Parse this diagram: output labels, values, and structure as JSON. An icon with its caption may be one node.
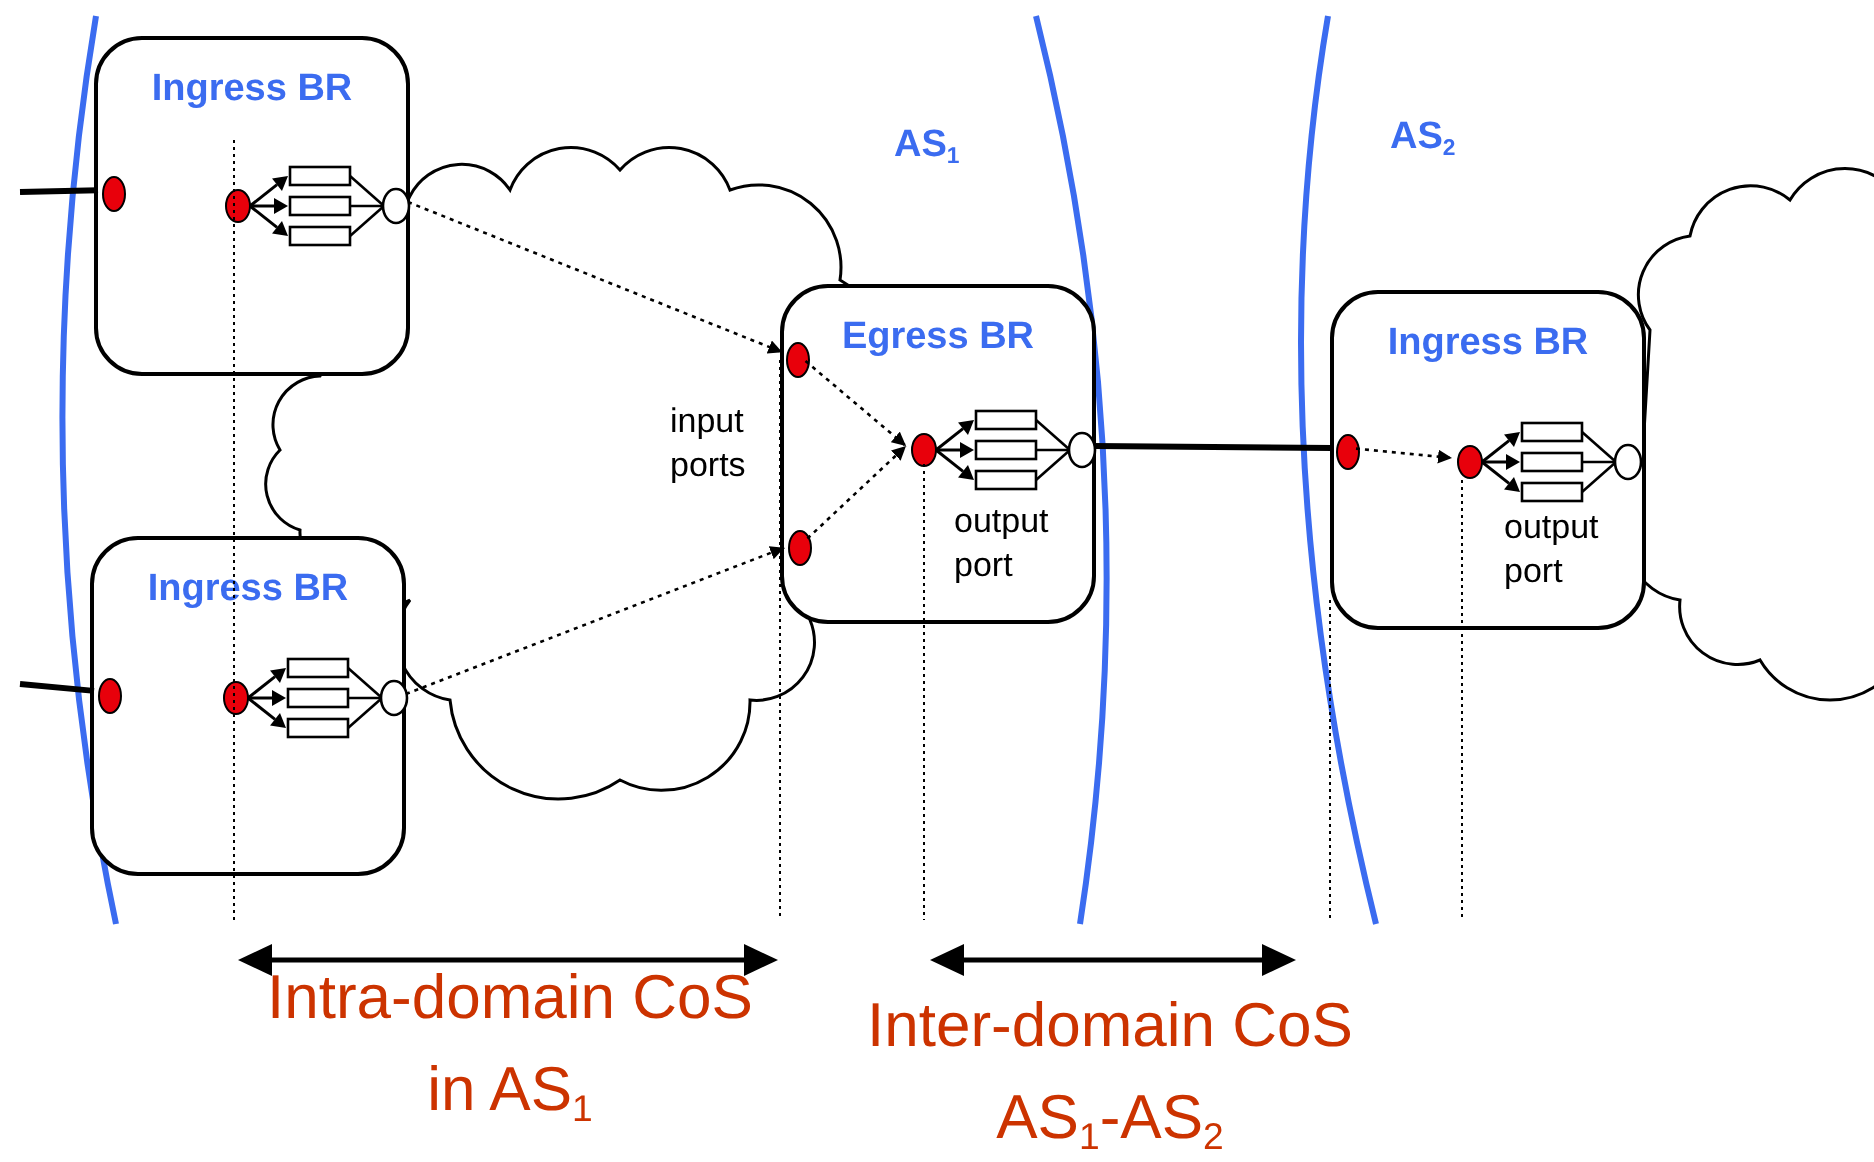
{
  "diagram": {
    "nodes": [
      {
        "text": [
          "Ingress BR"
        ]
      },
      {
        "text": [],
        "shape": "circle",
        "in": 0
      },
      {
        "text": [],
        "shape": "queue",
        "in": 0
      },
      {
        "text": [
          "Ingress BR"
        ]
      },
      {
        "text": [],
        "shape": "circle",
        "in": 3
      },
      {
        "text": [],
        "shape": "queue",
        "in": 3
      },
      {
        "text": [
          "Egress BR",
          "output port"
        ]
      },
      {
        "text": [],
        "shape": "circle",
        "in": 6
      },
      {
        "text": [],
        "shape": "circle",
        "in": 6
      },
      {
        "text": [],
        "shape": "queue",
        "in": 6
      },
      {
        "text": [
          "Ingress BR",
          "output port"
        ]
      },
      {
        "text": [],
        "shape": "circle",
        "in": 10
      },
      {
        "text": [],
        "shape": "queue",
        "in": 10
      }
    ],
    "edges": [
      {
        "from": null,
        "to": 1,
        "arrow": "none",
        "style": "thick"
      },
      {
        "from": null,
        "to": 4,
        "arrow": "none",
        "style": "thick"
      },
      {
        "from": 2,
        "to": 7,
        "arrow": "to",
        "style": "dashed"
      },
      {
        "from": 5,
        "to": 8,
        "arrow": "to",
        "style": "dashed"
      },
      {
        "from": 7,
        "to": 9,
        "arrow": "to",
        "style": "dashed"
      },
      {
        "from": 8,
        "to": 9,
        "arrow": "to",
        "style": "dashed"
      },
      {
        "from": 9,
        "to": 11,
        "arrow": "none",
        "style": "thick"
      },
      {
        "from": 11,
        "to": 12,
        "arrow": "to",
        "style": "dashed"
      }
    ],
    "labels": [
      "AS$_{1}$",
      "AS$_{2}$",
      "input ports",
      "Intra-domain CoS in AS$_{1}$",
      "Inter-domain CoS AS$_{1}$-AS$_{2}$"
    ]
  }
}
